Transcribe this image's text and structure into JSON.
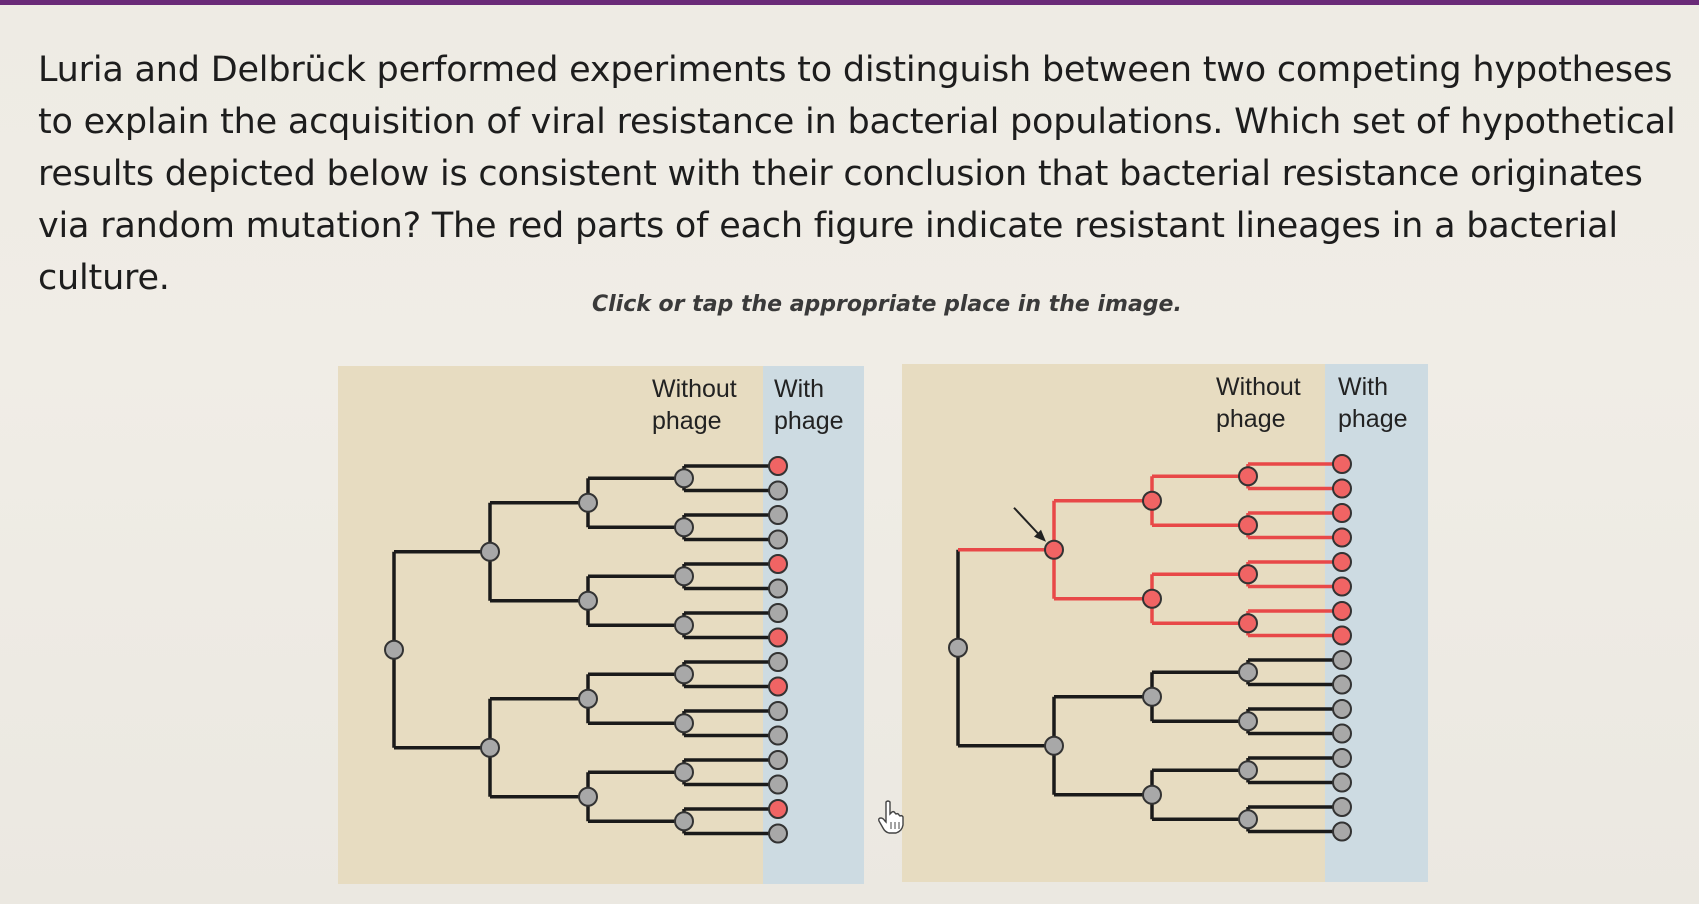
{
  "question": {
    "text": "Luria and Delbrück performed experiments to distinguish between two competing hypotheses to explain the acquisition of viral resistance in bacterial populations. Which set of hypothetical results depicted below is consistent with their conclusion that bacterial resistance originates via random mutation? The red parts of each figure indicate resistant lineages in a bacterial culture.",
    "instruction": "Click or tap the appropriate place in the image."
  },
  "figures": [
    {
      "id": "left",
      "label_without": [
        "Without",
        "phage"
      ],
      "label_with": [
        "With",
        "phage"
      ],
      "resistant_leaves": [
        1,
        5,
        8,
        10,
        15
      ],
      "red_lineage": false
    },
    {
      "id": "right",
      "label_without": [
        "Without",
        "phage"
      ],
      "label_with": [
        "With",
        "phage"
      ],
      "resistant_leaves": [
        1,
        2,
        3,
        4,
        5,
        6,
        7,
        8
      ],
      "red_lineage": true
    }
  ],
  "colors": {
    "panel_bg": "#e7dcc1",
    "phage_bg": "#cddbe2",
    "line": "#1a1a1a",
    "red": "#e84848",
    "node_gray": "#a8a8a8",
    "node_red": "#f06464"
  },
  "icons": {
    "cursor": "pointer-hand-icon"
  }
}
